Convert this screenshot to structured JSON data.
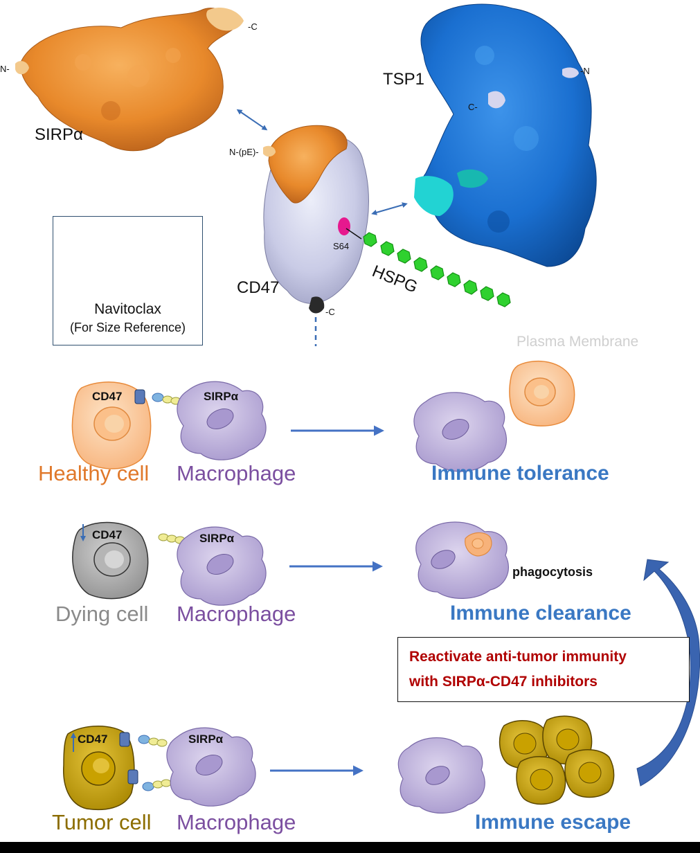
{
  "structures": {
    "sirpa_label": "SIRPα",
    "sirpa_c_terminal": "-C",
    "sirpa_n_terminal": "N-",
    "tsp1_label": "TSP1",
    "tsp1_n_terminal": "-N",
    "tsp1_c_terminal": "C-",
    "cd47_label": "CD47",
    "cd47_n_terminal": "N-(pE)-",
    "cd47_c_terminal": "-C",
    "s64_label": "S64",
    "hspg_label": "HSPG",
    "plasma_membrane": "Plasma Membrane"
  },
  "navitoclax": {
    "title": "Navitoclax",
    "subtitle": "(For Size Reference)"
  },
  "rows": [
    {
      "cell_label": "Healthy cell",
      "cd47_label": "CD47",
      "sirpa_label": "SIRPα",
      "macrophage_label": "Macrophage",
      "outcome": "Immune tolerance"
    },
    {
      "cell_label": "Dying cell",
      "cd47_label": "CD47",
      "sirpa_label": "SIRPα",
      "macrophage_label": "Macrophage",
      "outcome": "Immune clearance",
      "note": "phagocytosis"
    },
    {
      "cell_label": "Tumor cell",
      "cd47_label": "CD47",
      "sirpa_label": "SIRPα",
      "macrophage_label": "Macrophage",
      "outcome": "Immune escape"
    }
  ],
  "therapy": {
    "line1": "Reactivate anti-tumor immunity",
    "line2": "with SIRPα-CD47 inhibitors"
  },
  "colors": {
    "sirpa_orange": "#e8892b",
    "tsp1_blue": "#1a6fd0",
    "cd47_lavender": "#c9cbe6",
    "hspg_green": "#2fd12f",
    "macrophage_purple": "#b9aed8",
    "healthy_cell": "#fcd2a8",
    "dying_cell": "#a9a9a9",
    "tumor_cell": "#c9a100",
    "arrow_blue": "#4472c4",
    "therapy_red": "#b00000"
  }
}
